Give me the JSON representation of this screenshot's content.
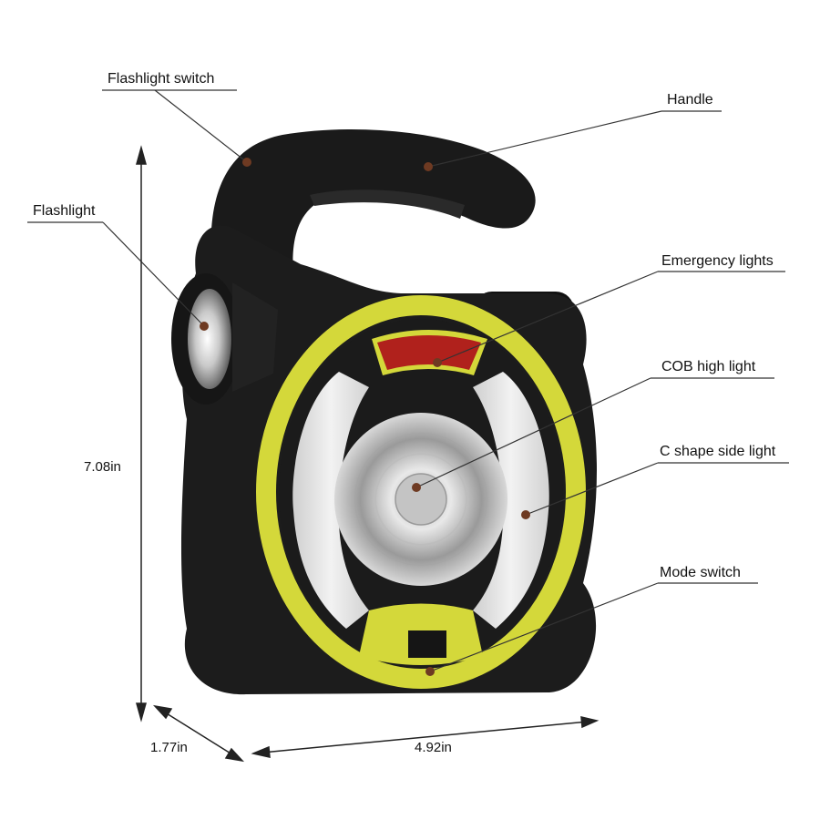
{
  "callouts": {
    "flashlight_switch": "Flashlight switch",
    "handle": "Handle",
    "flashlight": "Flashlight",
    "emergency_lights": "Emergency lights",
    "cob_high_light": "COB high light",
    "c_shape_side_light": "C shape side light",
    "mode_switch": "Mode switch"
  },
  "dimensions": {
    "height": "7.08in",
    "depth": "1.77in",
    "width": "4.92in"
  },
  "colors": {
    "body": "#1c1c1c",
    "ring": "#d4d83a",
    "emergency_red": "#b0211c",
    "side_light": "#e6e6e6",
    "callout_dot": "#6e3a22"
  }
}
